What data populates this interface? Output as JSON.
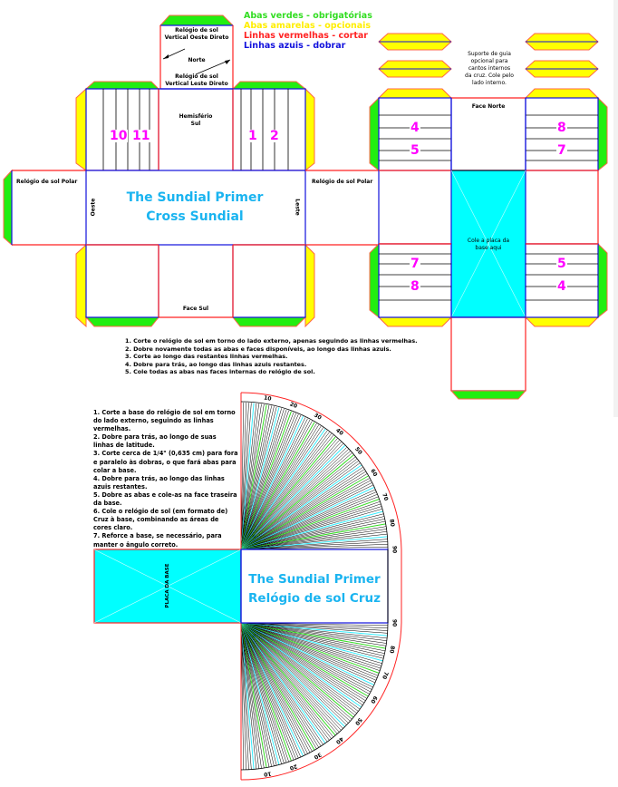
{
  "legend": {
    "green": {
      "text": "Abas verdes - obrigatórias",
      "color": "#33dd22"
    },
    "yellow": {
      "text": "Abas amarelas - opcionais",
      "color": "#ffee00"
    },
    "red": {
      "text": "Linhas vermelhas - cortar",
      "color": "#ff2222"
    },
    "blue": {
      "text": "Linhas azuis - dobrar",
      "color": "#1111dd"
    }
  },
  "cross": {
    "north_top_label_1": "Relógio de sol",
    "north_top_label_2": "Vertical Oeste Direto",
    "north_center_label": "Norte",
    "north_bottom_label_1": "Relógio de sol",
    "north_bottom_label_2": "Vertical Leste Direto",
    "hemisphere_label_1": "Hemisfério",
    "hemisphere_label_2": "Sul",
    "polar_left_label": "Relógio de sol Polar",
    "polar_right_label": "Relógio de sol Polar",
    "west_label": "Oeste",
    "east_label": "Leste",
    "title_line1": "The Sundial Primer",
    "title_line2": "Cross Sundial",
    "south_label": "Face Sul",
    "hour_numbers_left": [
      "10",
      "11"
    ],
    "hour_numbers_right": [
      "1",
      "2"
    ]
  },
  "guide": {
    "support_note": [
      "Suporte de guia",
      "opcional para",
      "cantos internos",
      "da cruz. Cole pelo",
      "lado interno."
    ],
    "north_face_label": "Face Norte",
    "paste_label_1": "Cole a placa da",
    "paste_label_2": "base aqui",
    "numbers_top_left": [
      "4",
      "5"
    ],
    "numbers_top_right": [
      "8",
      "7"
    ],
    "numbers_bottom_left": [
      "7",
      "8"
    ],
    "numbers_bottom_right": [
      "5",
      "4"
    ]
  },
  "instructions_cross": [
    "1. Corte o relógio de sol em torno do lado externo, apenas seguindo as linhas vermelhas.",
    "2. Dobre novamente todas as abas e faces disponíveis, ao longo das linhas azuis.",
    "3. Corte ao longo das restantes linhas vermelhas.",
    "4. Dobre para trás, ao longo das linhas azuis restantes.",
    "5. Cole todas as abas nas faces internas do relógio de sol."
  ],
  "instructions_base": [
    "1. Corte a base do relógio de sol em torno do lado externo, seguindo as linhas vermelhas.",
    "2. Dobre para trás, ao longo de suas linhas de latitude.",
    "3. Corte cerca de 1/4\" (0,635 cm) para fora e paralelo às dobras, o que fará abas para colar a base.",
    "4. Dobre para trás, ao longo das linhas azuis restantes.",
    "5. Dobre as abas e cole-as na face traseira da base.",
    "6. Cole o relógio de sol (em formato de) Cruz à base, combinando as áreas de cores claro.",
    "7. Reforce a base, se necessário, para manter o ângulo correto."
  ],
  "base": {
    "plate_label": "PLACA DA BASE",
    "title_line1": "The Sundial Primer",
    "title_line2": "Relógio de sol Cruz",
    "latitude_ticks": [
      "10",
      "20",
      "30",
      "40",
      "50",
      "60",
      "70",
      "80",
      "90"
    ]
  },
  "colors": {
    "cut": "#ff2222",
    "fold": "#1111dd",
    "green_tab": "#22ee11",
    "yellow_tab": "#ffff00",
    "cyan": "#00ffff",
    "title_blue": "#1ab4f0",
    "hour_magenta": "#ff00ff"
  }
}
